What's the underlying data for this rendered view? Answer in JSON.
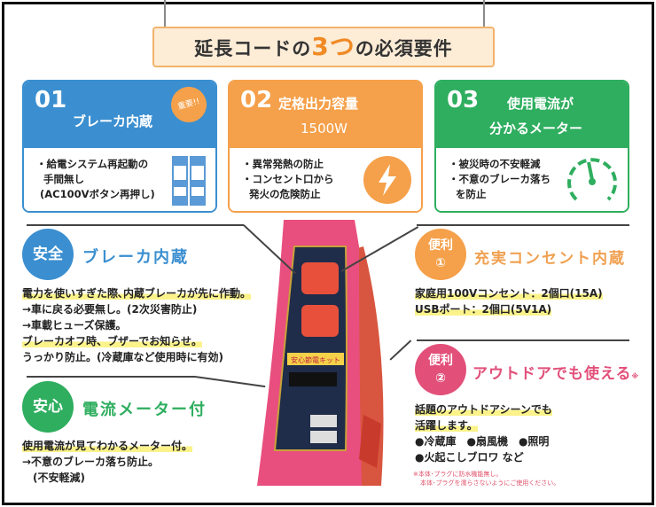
{
  "title": {
    "prefix": "延長コードの",
    "highlight": "3つ",
    "suffix": "の必須要件"
  },
  "cards": [
    {
      "num": "01",
      "title": "ブレーカ内蔵",
      "badge": "重要!!",
      "lines": [
        "・給電システム再起動の",
        "手間無し",
        "(AC100Vボタン再押し)"
      ],
      "icon": "breaker-icon"
    },
    {
      "num": "02",
      "title": "定格出力容量",
      "title2": "1500W",
      "lines": [
        "・異常発熱の防止",
        "・コンセント口から",
        "発火の危険防止"
      ],
      "icon": "lightning-icon"
    },
    {
      "num": "03",
      "title": "使用電流が",
      "title2": "分かるメーター",
      "lines": [
        "・被災時の不安軽減",
        "・不意のブレーカ落ち",
        "を防止"
      ],
      "icon": "meter-icon"
    }
  ],
  "left": [
    {
      "circle": "安全",
      "title": "ブレーカ内蔵",
      "lines": [
        "電力を使いすぎた際､内蔵ブレーカが先に作動。",
        "→車に戻る必要無し。(2次災害防止)",
        "→車載ヒューズ保護。",
        "ブレーカオフ時、ブザーでお知らせ。",
        "うっかり防止。(冷蔵庫など使用時に有効)"
      ]
    },
    {
      "circle": "安心",
      "title": "電流メーター付",
      "lines": [
        "使用電流が見てわかるメーター付。",
        "→不意のブレーカ落ち防止。",
        "(不安軽減)"
      ]
    }
  ],
  "right": [
    {
      "circle1": "便利",
      "circle2": "①",
      "title": "充実コンセント内蔵",
      "lines": [
        "家庭用100Vコンセント：2個口(15A)",
        "USBポート：2個口(5V1A)"
      ]
    },
    {
      "circle1": "便利",
      "circle2": "②",
      "title": "アウトドアでも使える",
      "mark": "※",
      "lines": [
        "話題のアウトドアシーンでも",
        "活躍します。",
        "●冷蔵庫　●扇風機　●照明",
        "●火起こしブロワ など"
      ],
      "notes": [
        "※本体･プラグに防水機能無し。",
        "本体･プラグを濡らさないようにご使用ください。"
      ]
    }
  ],
  "product": {
    "label": "安心節電キット"
  },
  "colors": {
    "blue": "#3b8fd0",
    "orange": "#f5a04a",
    "green": "#2fae5f",
    "pink": "#e2507a"
  }
}
